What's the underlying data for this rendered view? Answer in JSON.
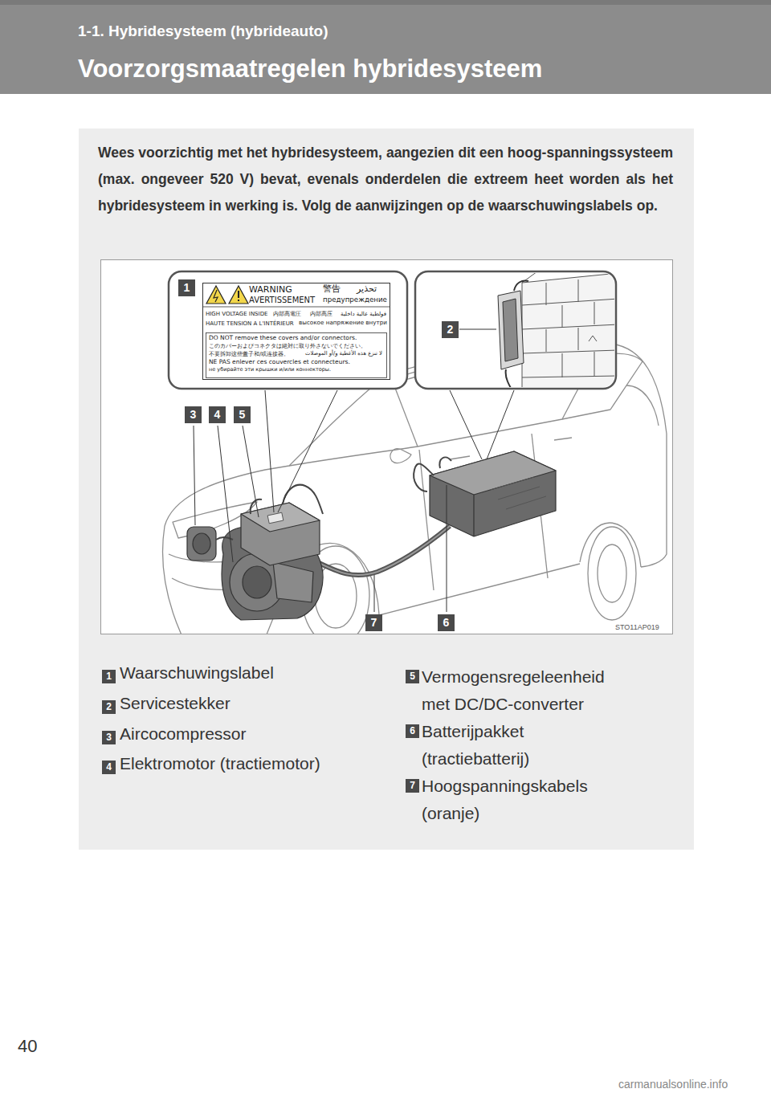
{
  "diagram": {
    "nodes": [
      {
        "text": [
          "1-1. Hybridesysteem (hybrideauto)",
          "Voorzorgsmaatregelen hybridesysteem"
        ]
      },
      {
        "text": [
          "Wees voorzichtig met het hybridesysteem, aangezien dit een hoog-spanningssysteem (max. ongeveer 520 V) bevat, evenals onderdelen die extreem heet worden als het hybridesysteem in werking is. Volg de aanwijzingen op de waarschuwingslabels op."
        ]
      },
      {
        "text": [
          "WARNING",
          "警告",
          "تحذير",
          "AVERTISSEMENT",
          "предупреждение",
          "HIGH VOLTAGE INSIDE",
          "内部高電圧",
          "内部高压",
          "فولطية عالية داخلية",
          "HAUTE TENSION A L'INTÉRIEUR",
          "высокое напряжение внутри",
          "DO NOT remove these covers and/or connectors.",
          "このカバーおよびコネクタは絶対に取り外さないでください。",
          "不要拆卸这些盖子和/或连接器。",
          "لا تنزع هذه الأغطية و/أو الموصلات",
          "NE PAS enlever ces couvercles et connecteurs.",
          "не убирайте эти крышки и/или коннекторы."
        ],
        "in": 1
      }
    ],
    "labels": [
      "1",
      "2",
      "3",
      "4",
      "5",
      "7",
      "6",
      "STO11AP019",
      "1",
      "Waarschuwingslabel",
      "2",
      "Servicestekker",
      "3",
      "Aircocompressor",
      "4",
      "Elektromotor (tractiemotor)",
      "5",
      "Vermogensregeleenheid met DC/DC-converter",
      "6",
      "Batterijpakket (tractiebatterij)",
      "7",
      "Hoogspanningskabels (oranje)",
      "40",
      "carmanualsonline.info"
    ]
  }
}
